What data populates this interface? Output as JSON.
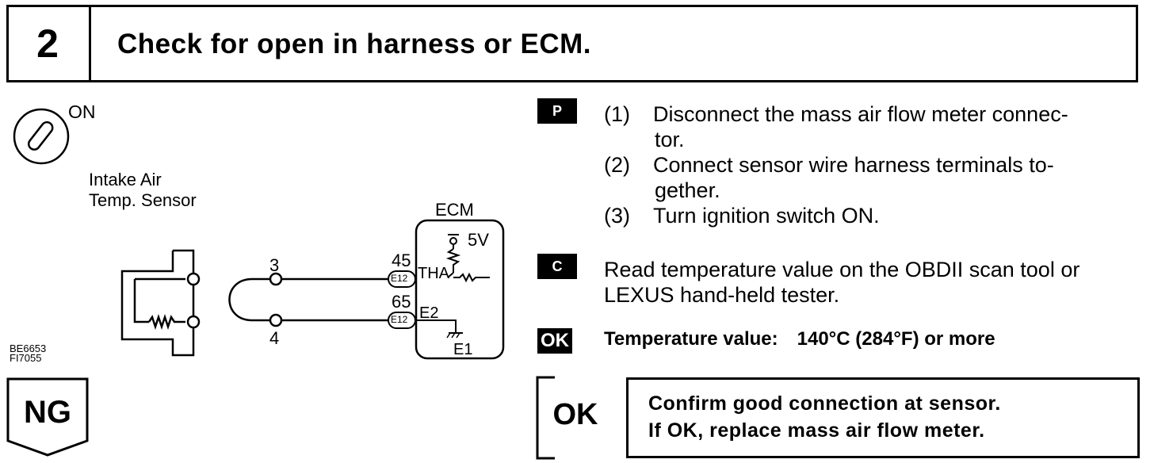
{
  "header": {
    "step_number": "2",
    "title": "Check for open in harness or ECM."
  },
  "diagram": {
    "switch_label": "ON",
    "sensor_label": "Intake Air\nTemp. Sensor",
    "ecm_label": "ECM",
    "voltage": "5V",
    "pin_3": "3",
    "pin_4": "4",
    "pin_45": "45",
    "pin_65": "65",
    "tha": "THA",
    "e2": "E2",
    "e1": "E1",
    "connector_1": "E12",
    "connector_2": "E12",
    "figure_code": "BE6653\nFI7055"
  },
  "ng": {
    "label": "NG"
  },
  "instructions": {
    "badge_p": "P",
    "badge_c": "C",
    "badge_ok": "OK",
    "step1_num": "(1)",
    "step1_a": "Disconnect the mass air flow meter connec-",
    "step1_b": "tor.",
    "step2_num": "(2)",
    "step2_a": "Connect sensor wire harness terminals to-",
    "step2_b": "gether.",
    "step3_num": "(3)",
    "step3_a": "Turn ignition switch ON.",
    "check_a": "Read temperature value on the OBDII scan tool or",
    "check_b": "LEXUS hand-held tester.",
    "ok_label": "Temperature value:",
    "ok_spec": "140°C (284°F) or more"
  },
  "ok_branch": {
    "label": "OK",
    "line1": "Confirm good connection at sensor.",
    "line2": "If OK, replace mass air flow meter."
  }
}
